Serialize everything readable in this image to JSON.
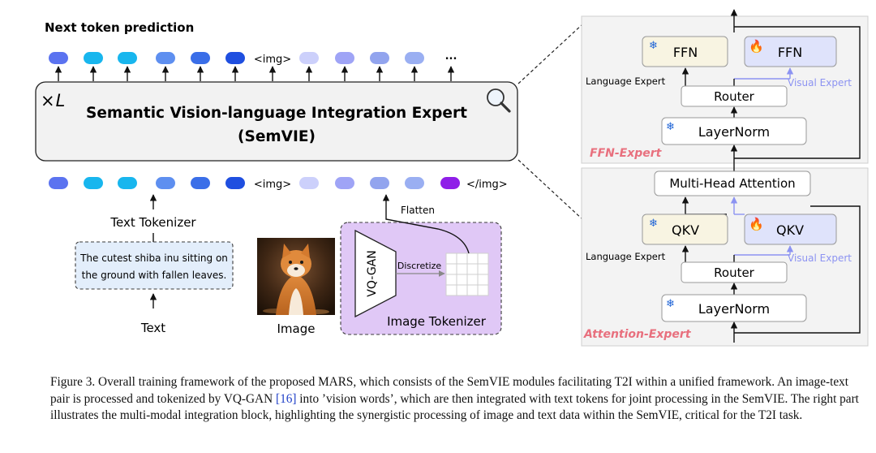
{
  "figure": {
    "next_token_label": "Next token prediction",
    "img_token": "<img>",
    "end_img_token": "</img>",
    "ellipsis": "...",
    "times_symbol": "×",
    "L_symbol": "L",
    "semvie_title_line1": "Semantic Vision-language Integration Expert",
    "semvie_title_line2": "(SemVIE)",
    "text_tokenizer_label": "Text Tokenizer",
    "prompt_line1": "The cutest shiba inu sitting on",
    "prompt_line2": "the ground with fallen leaves.",
    "text_label": "Text",
    "image_label": "Image",
    "vqgan_label": "VQ-GAN",
    "discretize_label": "Discretize",
    "flatten_label": "Flatten",
    "image_tokenizer_label": "Image Tokenizer",
    "expert": {
      "ffn_label": "FFN",
      "language_expert_label": "Language Expert",
      "visual_expert_label": "Visual Expert",
      "router_label": "Router",
      "layernorm_label": "LayerNorm",
      "ffn_expert_label": "FFN-Expert",
      "mha_label": "Multi-Head Attention",
      "qkv_label": "QKV",
      "attention_expert_label": "Attention-Expert"
    },
    "colors": {
      "text_tokens": [
        "#5b73f0",
        "#18b6ee",
        "#18b6ee",
        "#5e8ff0",
        "#3a6ee8",
        "#1f4fe0"
      ],
      "image_tokens_top": [
        "#ccd0fb",
        "#9fa4f6",
        "#92a4ee",
        "#9aaff2"
      ],
      "image_tokens_bottom": [
        "#ccd0fb",
        "#9fa4f6",
        "#92a4ee",
        "#9aaff2",
        "#8d96ec"
      ],
      "end_token": "#8f1ee8",
      "visual_accent": "#8c93f2",
      "expert_title": "#e8707e",
      "tokenizer_bg": "#e0c8f6"
    }
  },
  "caption": {
    "prefix": "Figure 3.  Overall training framework of the proposed MARS, which consists of the SemVIE modules facilitating T2I within a unified framework. An image-text pair is processed and tokenized by VQ-GAN ",
    "ref": "[16]",
    "suffix": " into ’vision words’, which are then integrated with text tokens for joint processing in the SemVIE. The right part illustrates the multi-modal integration block, highlighting the synergistic processing of image and text data within the SemVIE, critical for the T2I task."
  }
}
